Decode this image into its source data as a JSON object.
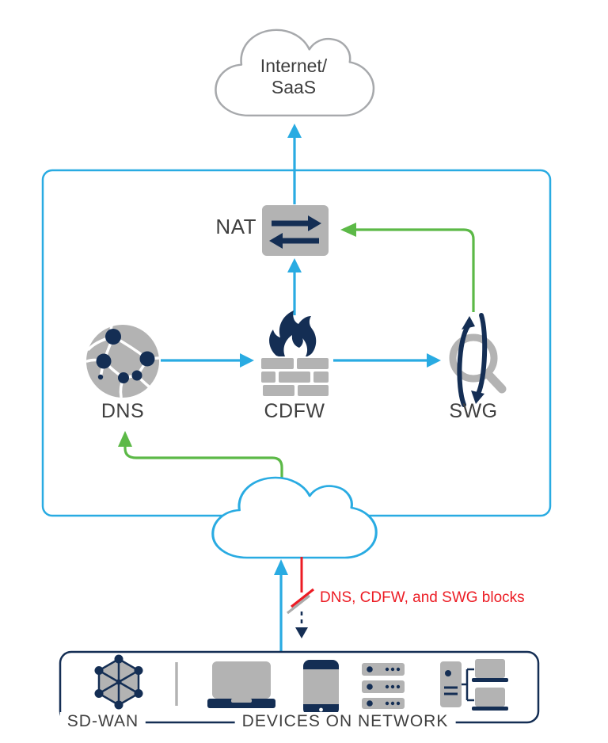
{
  "colors": {
    "blue": "#29ABE2",
    "green": "#5CB947",
    "red": "#EC1C24",
    "navy": "#142E54",
    "icon_gray": "#B3B3B3",
    "cloud_outline_gray": "#A7A9AC",
    "label_text": "#3F3F3F"
  },
  "internet_cloud": {
    "line1": "Internet/",
    "line2": "SaaS"
  },
  "nodes": {
    "nat": {
      "label": "NAT",
      "icon": "nat-translation-arrows-icon"
    },
    "dns": {
      "label": "DNS",
      "icon": "dns-globe-icon"
    },
    "cdfw": {
      "label": "CDFW",
      "icon": "firewall-flame-icon"
    },
    "swg": {
      "label": "SWG",
      "icon": "web-gateway-magnifier-icon"
    }
  },
  "annotations": {
    "block_label": "DNS, CDFW, and SWG blocks"
  },
  "devices_box": {
    "sdwan_label": "SD-WAN",
    "devices_label": "DEVICES ON NETWORK",
    "icons": [
      "sdwan-mesh-icon",
      "laptop-icon",
      "phone-icon",
      "server-stack-icon",
      "workstation-network-icon"
    ]
  }
}
